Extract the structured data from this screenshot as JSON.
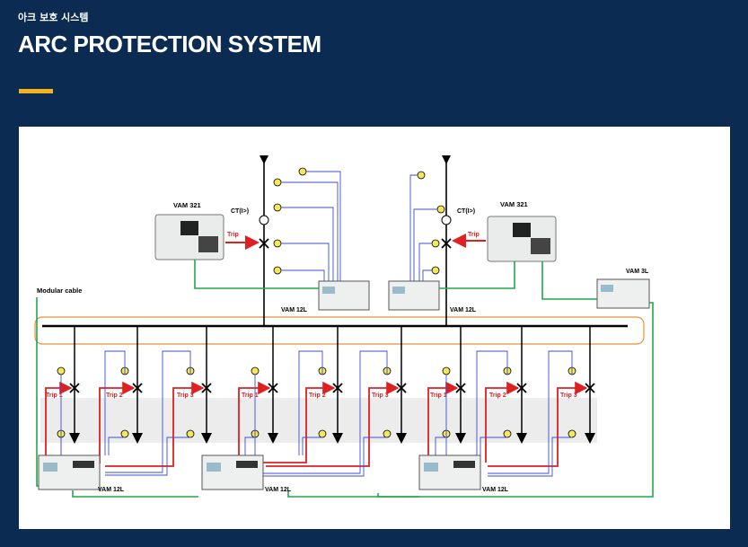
{
  "header": {
    "subtitle": "아크 보호 시스템",
    "title": "ARC PROTECTION SYSTEM"
  },
  "colors": {
    "background": "#0b2b52",
    "accent": "#f2b31c",
    "trip": "#e02020",
    "sensor_wire": "#3b4fd0",
    "fiber": "#1fa84a",
    "modular": "#e8913a"
  },
  "diagram": {
    "modular_cable": "Modular cable",
    "vam321_left": "VAM 321",
    "vam321_right": "VAM 321",
    "ct_left": "CT(I>)",
    "ct_right": "CT(I>)",
    "trip_left": "Trip",
    "trip_right": "Trip",
    "vam12l_top_left": "VAM 12L",
    "vam12l_top_right": "VAM 12L",
    "vam3l": "VAM 3L",
    "bottom_units": [
      {
        "label": "VAM 12L",
        "trips": [
          "Trip 1",
          "Trip 2",
          "Trip 3"
        ]
      },
      {
        "label": "VAM 12L",
        "trips": [
          "Trip 1",
          "Trip 2",
          "Trip 3"
        ]
      },
      {
        "label": "VAM 12L",
        "trips": [
          "Trip 1",
          "Trip 2",
          "Trip 3"
        ]
      }
    ]
  }
}
